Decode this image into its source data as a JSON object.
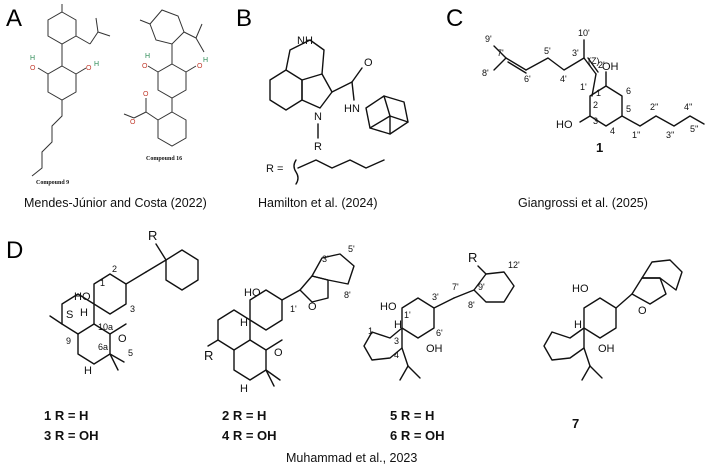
{
  "panels": {
    "a": {
      "letter": "A",
      "caption": "Mendes-Júnior and Costa (2022)",
      "compound_left": "Compound 9",
      "compound_right": "Compound 16",
      "atom_o": "O",
      "atom_h": "H"
    },
    "b": {
      "letter": "B",
      "caption": "Hamilton et al. (2024)",
      "atom_nh_top": "NH",
      "atom_n": "N",
      "atom_r": "R",
      "atom_o": "O",
      "atom_hn": "HN",
      "r_def": "R ="
    },
    "c": {
      "letter": "C",
      "caption": "Giangrossi et al. (2025)",
      "compound": "1",
      "oh_top": "OH",
      "oh_bottom": "HO",
      "z_label": "(Z)",
      "numbers": [
        "9'",
        "7'",
        "8'",
        "6'",
        "5'",
        "4'",
        "3'",
        "10'",
        "2'",
        "1'",
        "1",
        "2",
        "3",
        "4",
        "5",
        "6",
        "1''",
        "2''",
        "3''",
        "4''",
        "5''"
      ]
    },
    "d": {
      "letter": "D",
      "caption": "Muhammad et al., 2023",
      "r_label": "R",
      "oh": "HO",
      "oh_right": "OH",
      "s_label": "S",
      "h_label": "H",
      "o_label": "O",
      "compounds": [
        {
          "line1": "1 R = H",
          "line2": "3 R = OH"
        },
        {
          "line1": "2 R = H",
          "line2": "4 R = OH"
        },
        {
          "line1": "5 R = H",
          "line2": "6 R = OH"
        },
        {
          "line1": "7",
          "line2": ""
        }
      ],
      "numbers_1": [
        "2",
        "3",
        "9",
        "10a",
        "6a",
        "5",
        "1"
      ],
      "numbers_2": [
        "3'",
        "5'",
        "8'",
        "1'"
      ],
      "numbers_5": [
        "3'",
        "7'",
        "9'",
        "8'",
        "12'",
        "1",
        "3",
        "4",
        "1'",
        "6'"
      ]
    }
  }
}
